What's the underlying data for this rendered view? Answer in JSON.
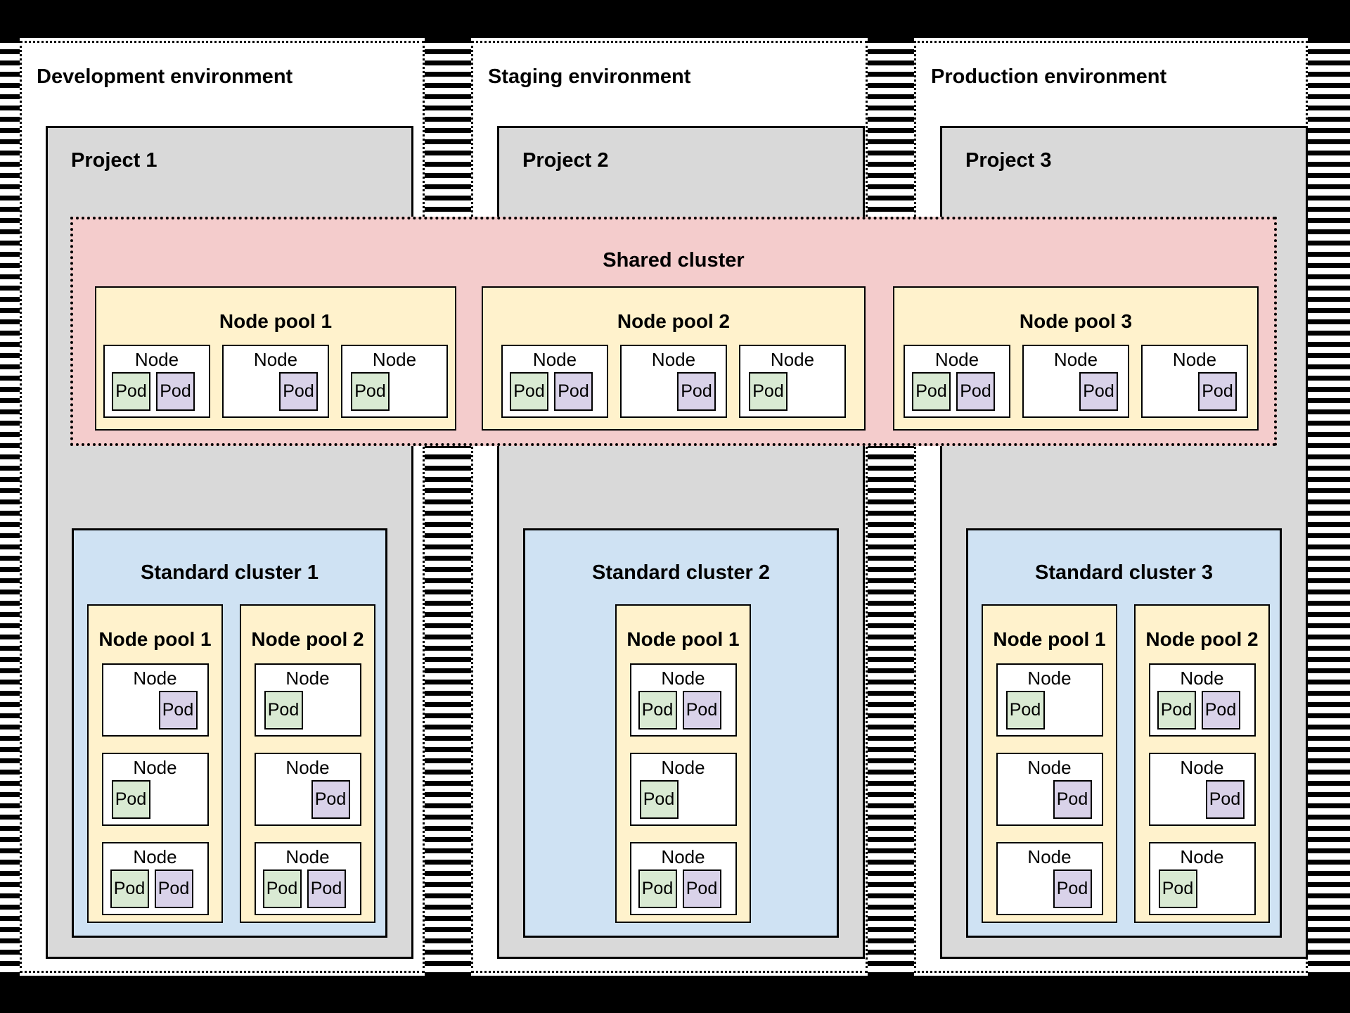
{
  "node_label": "Node",
  "pod_label": "Pod",
  "colors": {
    "background_frame": "#000000",
    "project_fill": "#d9d9d9",
    "shared_cluster_fill": "#f4cccc",
    "node_pool_fill": "#fff2cc",
    "standard_cluster_fill": "#cfe2f3",
    "pod_green": "#d9ead3",
    "pod_purple": "#d9d2e9",
    "outline": "#000000"
  },
  "shared_cluster": {
    "label": "Shared cluster",
    "node_pools": [
      {
        "label": "Node pool 1",
        "nodes": [
          {
            "pods": [
              "green",
              "purple"
            ]
          },
          {
            "pods": [
              "purple"
            ]
          },
          {
            "pods": [
              "green"
            ]
          }
        ]
      },
      {
        "label": "Node pool 2",
        "nodes": [
          {
            "pods": [
              "green",
              "purple"
            ]
          },
          {
            "pods": [
              "purple"
            ]
          },
          {
            "pods": [
              "green"
            ]
          }
        ]
      },
      {
        "label": "Node pool 3",
        "nodes": [
          {
            "pods": [
              "green",
              "purple"
            ]
          },
          {
            "pods": [
              "purple"
            ]
          },
          {
            "pods": [
              "purple"
            ]
          }
        ]
      }
    ]
  },
  "environments": [
    {
      "label": "Development environment",
      "project": {
        "label": "Project 1"
      },
      "standard_cluster": {
        "label": "Standard cluster 1",
        "node_pools": [
          {
            "label": "Node pool 1",
            "nodes": [
              {
                "pods": [
                  "purple"
                ]
              },
              {
                "pods": [
                  "green"
                ]
              },
              {
                "pods": [
                  "green",
                  "purple"
                ]
              }
            ]
          },
          {
            "label": "Node pool 2",
            "nodes": [
              {
                "pods": [
                  "green"
                ]
              },
              {
                "pods": [
                  "purple"
                ]
              },
              {
                "pods": [
                  "green",
                  "purple"
                ]
              }
            ]
          }
        ]
      }
    },
    {
      "label": "Staging environment",
      "project": {
        "label": "Project 2"
      },
      "standard_cluster": {
        "label": "Standard cluster 2",
        "node_pools": [
          {
            "label": "Node pool 1",
            "nodes": [
              {
                "pods": [
                  "green",
                  "purple"
                ]
              },
              {
                "pods": [
                  "green"
                ]
              },
              {
                "pods": [
                  "green",
                  "purple"
                ]
              }
            ]
          }
        ]
      }
    },
    {
      "label": "Production environment",
      "project": {
        "label": "Project 3"
      },
      "standard_cluster": {
        "label": "Standard cluster 3",
        "node_pools": [
          {
            "label": "Node pool 1",
            "nodes": [
              {
                "pods": [
                  "green"
                ]
              },
              {
                "pods": [
                  "purple"
                ]
              },
              {
                "pods": [
                  "purple"
                ]
              }
            ]
          },
          {
            "label": "Node pool 2",
            "nodes": [
              {
                "pods": [
                  "green",
                  "purple"
                ]
              },
              {
                "pods": [
                  "purple"
                ]
              },
              {
                "pods": [
                  "green"
                ]
              }
            ]
          }
        ]
      }
    }
  ]
}
